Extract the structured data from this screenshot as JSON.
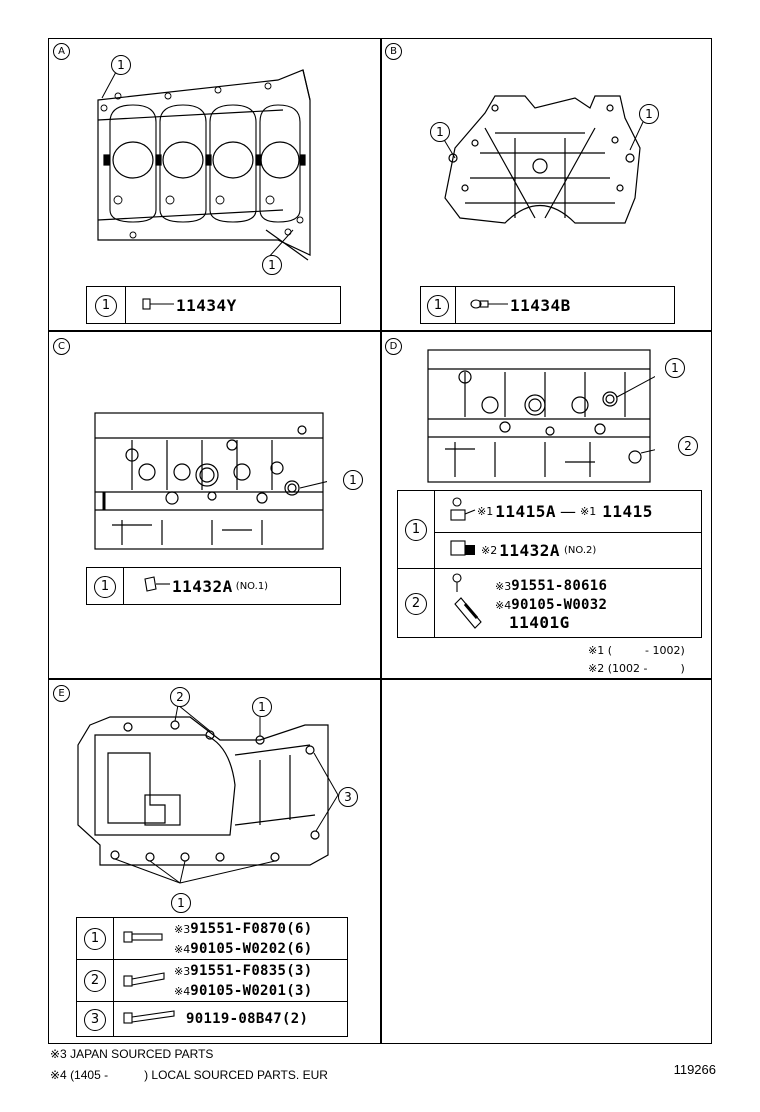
{
  "panels": {
    "a": {
      "letter": "A",
      "callouts": [
        "1",
        "1"
      ],
      "rows": [
        {
          "num": "1",
          "part": "11434Y"
        }
      ]
    },
    "b": {
      "letter": "B",
      "callouts": [
        "1",
        "1"
      ],
      "rows": [
        {
          "num": "1",
          "part": "11434B"
        }
      ]
    },
    "c": {
      "letter": "C",
      "callouts": [
        "1"
      ],
      "rows": [
        {
          "num": "1",
          "part": "11432A",
          "note": "(NO.1)"
        }
      ]
    },
    "d": {
      "letter": "D",
      "callouts": [
        "1",
        "2"
      ],
      "row1": {
        "num": "1",
        "mark_a": "※1",
        "part_a": "11415A",
        "mark_b": "※1",
        "part_b": "11415",
        "mark_c": "※2",
        "part_c": "11432A",
        "note_c": "(NO.2)"
      },
      "row2": {
        "num": "2",
        "mark_a": "※3",
        "part_a": "91551-80616",
        "mark_b": "※4",
        "part_b": "90105-W0032",
        "part_c": "11401G"
      },
      "range_notes": [
        "※1 (　　　- 1002)",
        "※2 (1002 -　　　)"
      ]
    },
    "e": {
      "letter": "E",
      "callouts": [
        "2",
        "1",
        "3",
        "1"
      ],
      "rows": [
        {
          "num": "1",
          "mark_a": "※3",
          "part_a": "91551-F0870(6)",
          "mark_b": "※4",
          "part_b": "90105-W0202(6)"
        },
        {
          "num": "2",
          "mark_a": "※3",
          "part_a": "91551-F0835(3)",
          "mark_b": "※4",
          "part_b": "90105-W0201(3)"
        },
        {
          "num": "3",
          "part_a": "90119-08B47(2)"
        }
      ]
    }
  },
  "footnotes": [
    "※3 JAPAN SOURCED PARTS",
    "※4 (1405 -　　　) LOCAL SOURCED PARTS. EUR"
  ],
  "diagram_code": "119266"
}
